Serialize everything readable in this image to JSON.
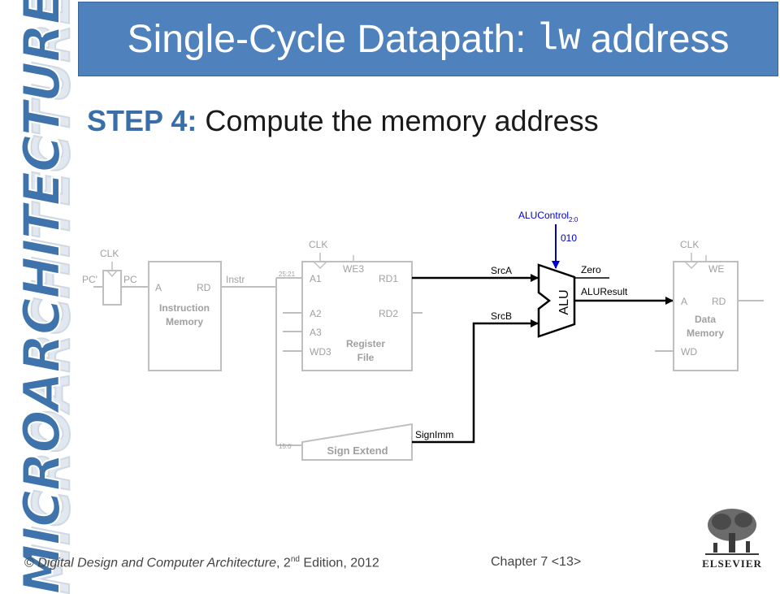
{
  "sidebar": {
    "text": "MICROARCHITECTURE",
    "color": "#3f73ac"
  },
  "header": {
    "title_prefix": "Single-Cycle Datapath:",
    "title_code": "lw",
    "title_suffix": "address",
    "color": "#4f81bd"
  },
  "step": {
    "label": "STEP 4:",
    "text": "Compute the memory address"
  },
  "diagram": {
    "pc": {
      "clk": "CLK",
      "in": "PC'",
      "out": "PC"
    },
    "imem": {
      "a": "A",
      "rd": "RD",
      "name1": "Instruction",
      "name2": "Memory",
      "instr": "Instr"
    },
    "regfile": {
      "clk": "CLK",
      "we3": "WE3",
      "a1": "A1",
      "a2": "A2",
      "a3": "A3",
      "wd3": "WD3",
      "rd1": "RD1",
      "rd2": "RD2",
      "name1": "Register",
      "name2": "File",
      "bits_rs": "25:21",
      "bits_imm": "15:0"
    },
    "signext": {
      "name": "Sign Extend",
      "out": "SignImm"
    },
    "alu": {
      "name": "ALU",
      "control": "ALUControl",
      "control_sub": "2:0",
      "control_value": "010",
      "srca": "SrcA",
      "srcb": "SrcB",
      "zero": "Zero",
      "result": "ALUResult"
    },
    "dmem": {
      "clk": "CLK",
      "we": "WE",
      "a": "A",
      "rd": "RD",
      "wd": "WD",
      "name1": "Data",
      "name2": "Memory"
    },
    "colors": {
      "inactive": "#bfbfbf",
      "active": "#000000",
      "control": "#0000cc"
    }
  },
  "footer": {
    "copyright": "©",
    "book": "Digital Design and Computer Architecture",
    "edition_num": "2",
    "edition_sup": "nd",
    "edition_rest": "Edition, 2012",
    "chapter": "Chapter 7 <13>"
  },
  "logo": {
    "name": "ELSEVIER"
  }
}
